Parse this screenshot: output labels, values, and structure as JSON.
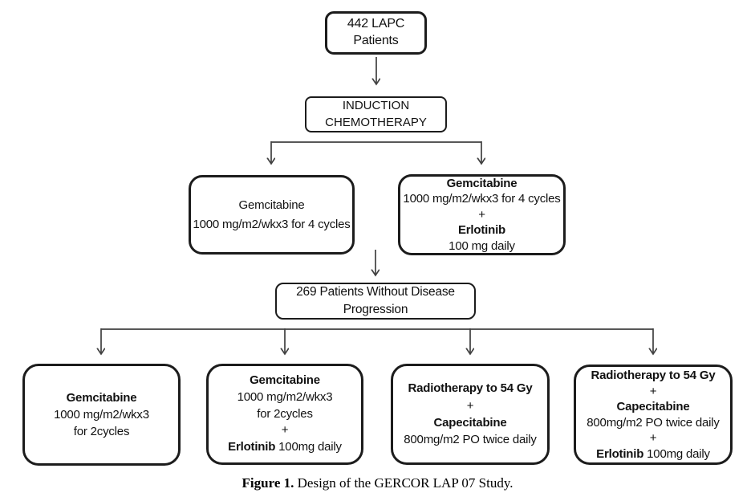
{
  "caption": {
    "bold": "Figure 1.",
    "rest": " Design of the GERCOR LAP 07 Study."
  },
  "nodes": {
    "patients": {
      "lines": [
        "442 LAPC",
        "Patients"
      ]
    },
    "induction": {
      "lines": [
        "INDUCTION",
        "CHEMOTHERAPY"
      ]
    },
    "gem_induction": {
      "drug": "Gemcitabine",
      "dose": "1000 mg/m2/wkx3 for 4 cycles"
    },
    "gem_erlotinib_induction": {
      "drug1": "Gemcitabine",
      "dose1": "1000 mg/m2/wkx3 for 4 cycles",
      "plus": "+",
      "drug2": "Erlotinib",
      "dose2": "100 mg daily"
    },
    "no_progression": {
      "lines": [
        "269 Patients Without Disease",
        "Progression"
      ]
    },
    "gem_maintenance": {
      "drug": "Gemcitabine",
      "dose_line1": "1000 mg/m2/wkx3",
      "dose_line2": "for 2cycles"
    },
    "gem_erlotinib_maintenance": {
      "drug1": "Gemcitabine",
      "dose1_line1": "1000 mg/m2/wkx3",
      "dose1_line2": "for 2cycles",
      "plus": "+",
      "drug2": "Erlotinib",
      "dose2": " 100mg daily"
    },
    "chemoradio": {
      "line1": "Radiotherapy to 54 Gy",
      "plus": "+",
      "drug": "Capecitabine",
      "dose": "800mg/m2 PO twice daily"
    },
    "chemoradio_erlotinib": {
      "line1": "Radiotherapy to 54 Gy",
      "plus1": "+",
      "drug1": "Capecitabine",
      "dose1": "800mg/m2 PO twice daily",
      "plus2": "+",
      "drug2": "Erlotinib",
      "dose2": " 100mg daily"
    }
  },
  "colors": {
    "box_border": "#1c1c1c",
    "arrow": "#404040",
    "text": "#111111",
    "background": "#ffffff"
  }
}
